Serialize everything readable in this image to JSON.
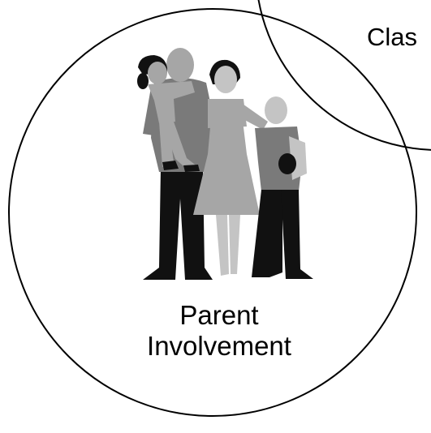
{
  "diagram": {
    "main_circle_label_line1": "Parent",
    "main_circle_label_line2": "Involvement",
    "overlapping_circle_label": "Clas",
    "illustration": "family-illustration",
    "colors": {
      "outline": "#000000",
      "figure_dark": "#111111",
      "figure_mid": "#7a7a7a",
      "figure_light": "#a6a6a6",
      "figure_pale": "#c4c4c4",
      "background": "#ffffff"
    }
  }
}
